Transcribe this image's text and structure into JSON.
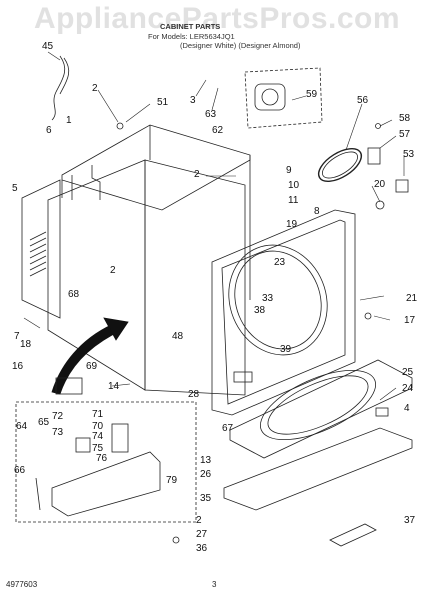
{
  "watermark": "AppliancePartsPros.com",
  "header": {
    "title": "CABINET PARTS",
    "subtitle": "For Models: LER5634JQ1",
    "variants": "(Designer White) (Designer Almond)"
  },
  "footer": {
    "doc_number": "4977603",
    "page_number": "3"
  },
  "callouts": [
    {
      "id": "c45",
      "text": "45"
    },
    {
      "id": "c1",
      "text": "1"
    },
    {
      "id": "c2a",
      "text": "2"
    },
    {
      "id": "c51",
      "text": "51"
    },
    {
      "id": "c3",
      "text": "3"
    },
    {
      "id": "c63",
      "text": "63"
    },
    {
      "id": "c59",
      "text": "59"
    },
    {
      "id": "c62",
      "text": "62"
    },
    {
      "id": "c56",
      "text": "56"
    },
    {
      "id": "c58",
      "text": "58"
    },
    {
      "id": "c57",
      "text": "57"
    },
    {
      "id": "c53",
      "text": "53"
    },
    {
      "id": "c20",
      "text": "20"
    },
    {
      "id": "c6",
      "text": "6"
    },
    {
      "id": "c5",
      "text": "5"
    },
    {
      "id": "c2b",
      "text": "2"
    },
    {
      "id": "c9",
      "text": "9"
    },
    {
      "id": "c10",
      "text": "10"
    },
    {
      "id": "c11",
      "text": "11"
    },
    {
      "id": "c8",
      "text": "8"
    },
    {
      "id": "c19",
      "text": "19"
    },
    {
      "id": "c23",
      "text": "23"
    },
    {
      "id": "c21",
      "text": "21"
    },
    {
      "id": "c17",
      "text": "17"
    },
    {
      "id": "c33",
      "text": "33"
    },
    {
      "id": "c38",
      "text": "38"
    },
    {
      "id": "c39",
      "text": "39"
    },
    {
      "id": "c2c",
      "text": "2"
    },
    {
      "id": "c68",
      "text": "68"
    },
    {
      "id": "c7",
      "text": "7"
    },
    {
      "id": "c18",
      "text": "18"
    },
    {
      "id": "c48",
      "text": "48"
    },
    {
      "id": "c16",
      "text": "16"
    },
    {
      "id": "c69",
      "text": "69"
    },
    {
      "id": "c14",
      "text": "14"
    },
    {
      "id": "c28",
      "text": "28"
    },
    {
      "id": "c25",
      "text": "25"
    },
    {
      "id": "c24",
      "text": "24"
    },
    {
      "id": "c4",
      "text": "4"
    },
    {
      "id": "c72",
      "text": "72"
    },
    {
      "id": "c71",
      "text": "71"
    },
    {
      "id": "c70",
      "text": "70"
    },
    {
      "id": "c64",
      "text": "64"
    },
    {
      "id": "c65",
      "text": "65"
    },
    {
      "id": "c73",
      "text": "73"
    },
    {
      "id": "c74",
      "text": "74"
    },
    {
      "id": "c75",
      "text": "75"
    },
    {
      "id": "c76",
      "text": "76"
    },
    {
      "id": "c67",
      "text": "67"
    },
    {
      "id": "c13",
      "text": "13"
    },
    {
      "id": "c26",
      "text": "26"
    },
    {
      "id": "c79",
      "text": "79"
    },
    {
      "id": "c66",
      "text": "66"
    },
    {
      "id": "c35",
      "text": "35"
    },
    {
      "id": "c2d",
      "text": "2"
    },
    {
      "id": "c27",
      "text": "27"
    },
    {
      "id": "c36",
      "text": "36"
    },
    {
      "id": "c37",
      "text": "37"
    }
  ]
}
